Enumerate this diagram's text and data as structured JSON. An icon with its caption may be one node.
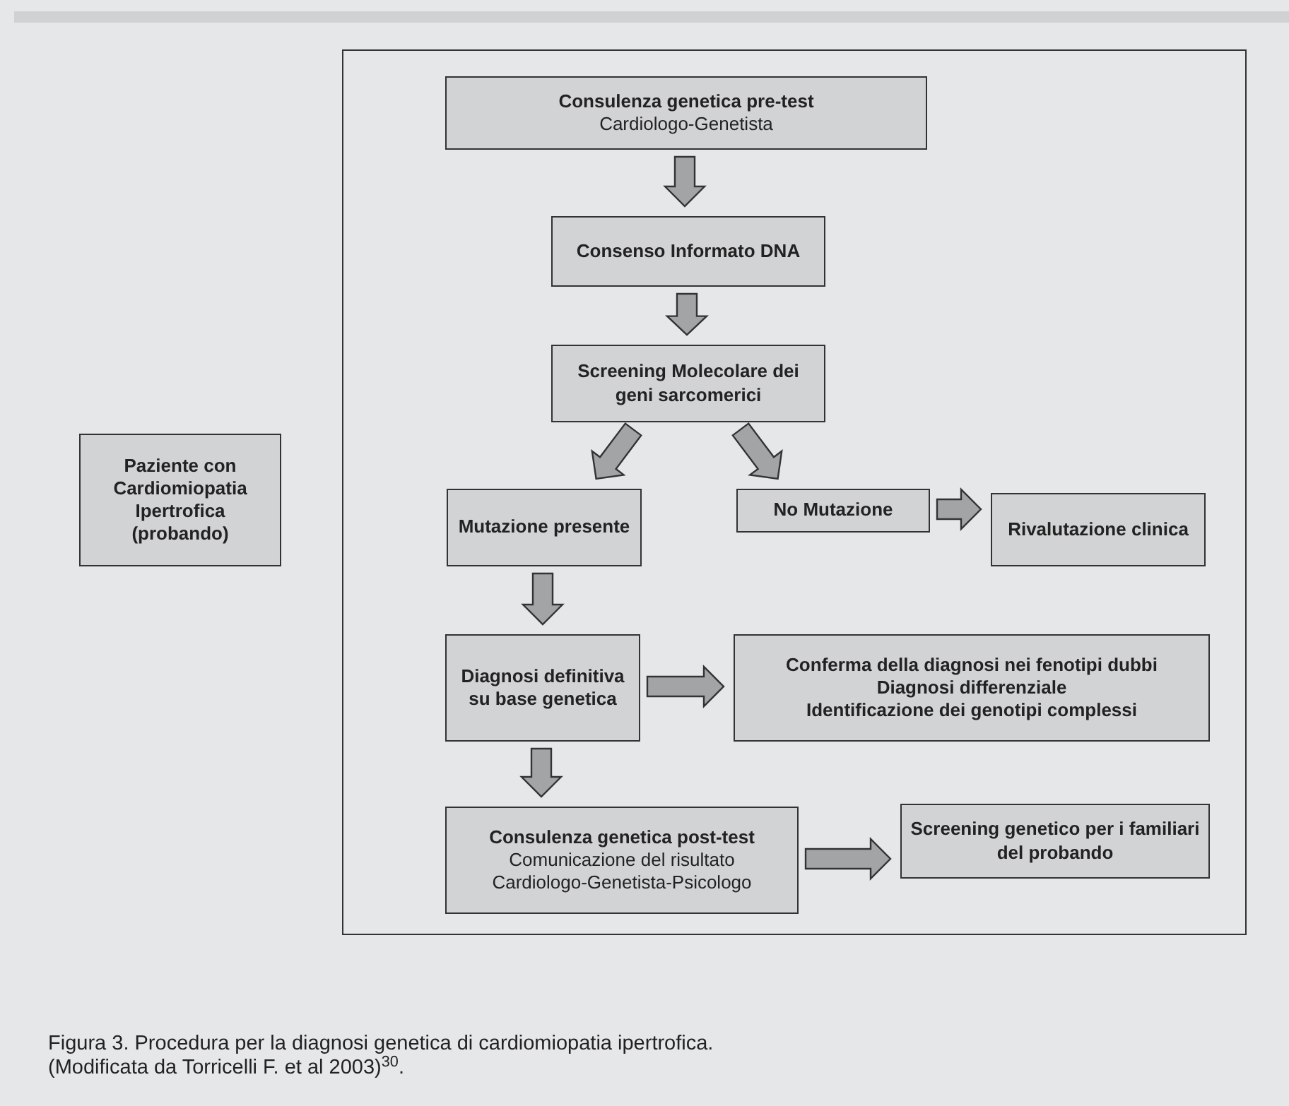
{
  "diagram": {
    "caption": "Figura 3. Procedura per la diagnosi genetica di cardiomiopatia ipertrofica. (Modificata da Torricelli F. et al 2003)$^{30}$.",
    "nodes": [
      {
        "text": [],
        "shape": "box"
      },
      {
        "text": [
          "Paziente con Cardiomiopatia Ipertrofica (probando)"
        ]
      },
      {
        "text": [
          "Consulenza genetica pre-test",
          "Cardiologo-Genetista"
        ],
        "in": 0
      },
      {
        "text": [
          "Consenso Informato DNA"
        ],
        "in": 0
      },
      {
        "text": [
          "Screening Molecolare dei geni sarcomerici"
        ],
        "in": 0
      },
      {
        "text": [
          "Mutazione presente"
        ],
        "in": 0
      },
      {
        "text": [
          "No Mutazione"
        ],
        "in": 0
      },
      {
        "text": [
          "Rivalutazione clinica"
        ],
        "in": 0
      },
      {
        "text": [
          "Diagnosi definitiva su base genetica"
        ],
        "in": 0
      },
      {
        "text": [
          "Conferma della diagnosi nei fenotipi dubbi",
          "Diagnosi differenziale",
          "Identificazione dei genotipi complessi"
        ],
        "in": 0
      },
      {
        "text": [
          "Consulenza genetica post-test",
          "Comunicazione del risultato",
          "Cardiologo-Genetista-Psicologo"
        ],
        "in": 0
      },
      {
        "text": [
          "Screening genetico per i familiari del probando"
        ],
        "in": 0
      }
    ],
    "edges": [
      {
        "from": 2,
        "to": 3,
        "arrow": "to"
      },
      {
        "from": 3,
        "to": 4,
        "arrow": "to"
      },
      {
        "from": 4,
        "to": 5,
        "arrow": "to"
      },
      {
        "from": 4,
        "to": 6,
        "arrow": "to"
      },
      {
        "from": 6,
        "to": 7,
        "arrow": "to"
      },
      {
        "from": 5,
        "to": 8,
        "arrow": "to"
      },
      {
        "from": 8,
        "to": 9,
        "arrow": "to"
      },
      {
        "from": 8,
        "to": 10,
        "arrow": "to"
      },
      {
        "from": 10,
        "to": 11,
        "arrow": "to"
      }
    ]
  }
}
